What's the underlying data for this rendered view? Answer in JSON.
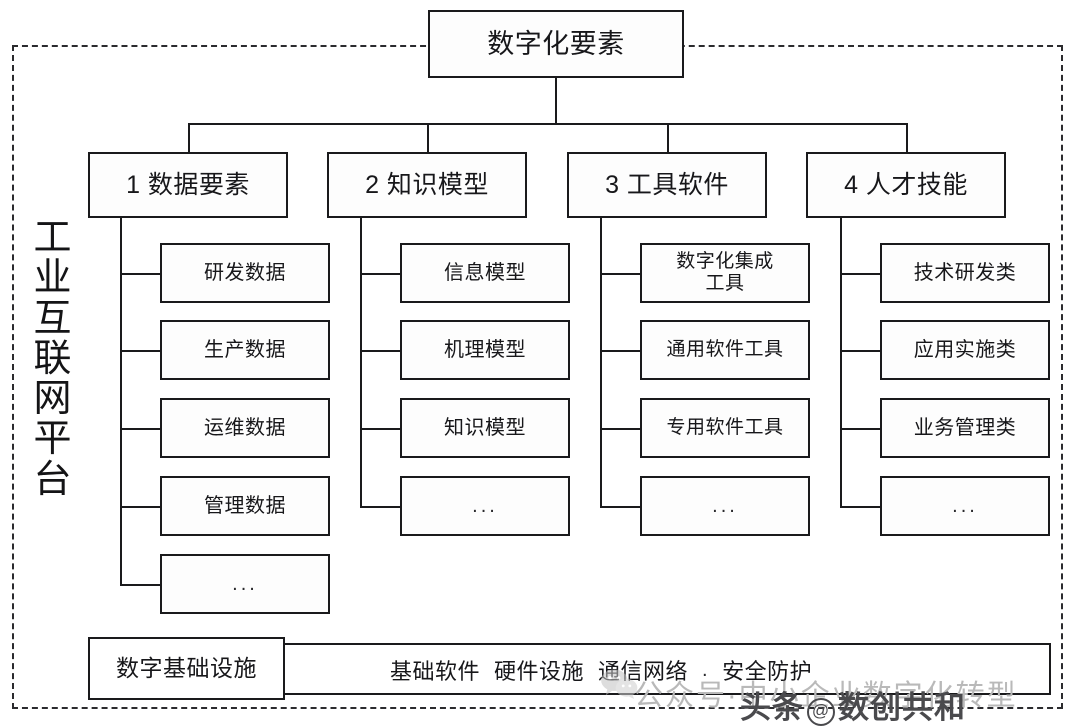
{
  "diagram": {
    "root": {
      "label": "数字化要素"
    },
    "side_caption": "工业互联网平台",
    "columns": [
      {
        "header": "1 数据要素",
        "children": [
          "研发数据",
          "生产数据",
          "运维数据",
          "管理数据",
          "..."
        ]
      },
      {
        "header": "2 知识模型",
        "children": [
          "信息模型",
          "机理模型",
          "知识模型",
          "..."
        ]
      },
      {
        "header": "3 工具软件",
        "children": [
          "数字化集成\n工具",
          "通用软件工具",
          "专用软件工具",
          "..."
        ]
      },
      {
        "header": "4 人才技能",
        "children": [
          "技术研发类",
          "应用实施类",
          "业务管理类",
          "..."
        ]
      }
    ],
    "infrastructure": {
      "label": "数字基础设施",
      "items": [
        "基础软件",
        "硬件设施",
        "通信网络",
        "安全防护"
      ],
      "separator": "."
    }
  },
  "watermarks": {
    "wechat_text": "公众号·中小企业数字化转型",
    "toutiao_prefix": "头条",
    "toutiao_at": "@",
    "toutiao_name": "数创共和"
  },
  "colors": {
    "stroke": "#1a1a1c",
    "frame": "#2b2b2e",
    "text": "#17171a",
    "background": "#ffffff"
  }
}
